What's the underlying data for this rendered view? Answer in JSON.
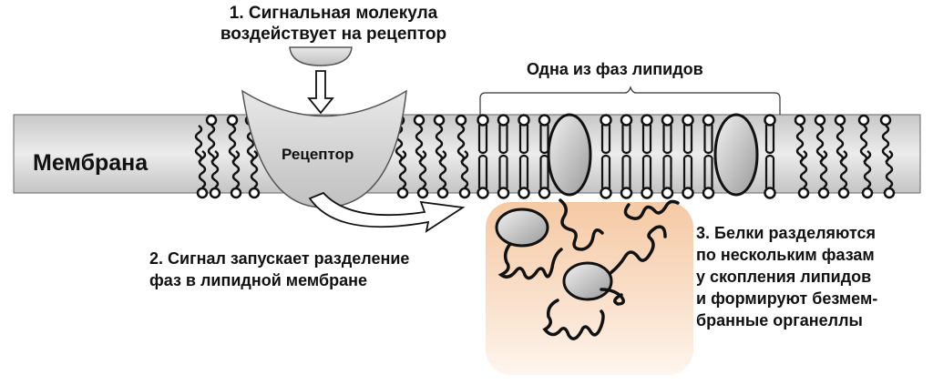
{
  "step1": {
    "line1": "1. Сигнальная молекула",
    "line2": "воздействует на рецептор"
  },
  "phase_label": "Одна из фаз липидов",
  "membrane_label": "Мембрана",
  "receptor_label": "Рецептор",
  "step2": {
    "line1": "2. Сигнал запускает разделение",
    "line2": "фаз в липидной мембране"
  },
  "step3": {
    "line1": "3. Белки разделяются",
    "line2": "по нескольким фазам",
    "line3": "у скопления липидов",
    "line4": "и формируют безмем-",
    "line5": "бранные органеллы"
  },
  "colors": {
    "membrane": "#d9d9d9",
    "condensate": "#f7d2b2",
    "outline": "#111111"
  }
}
